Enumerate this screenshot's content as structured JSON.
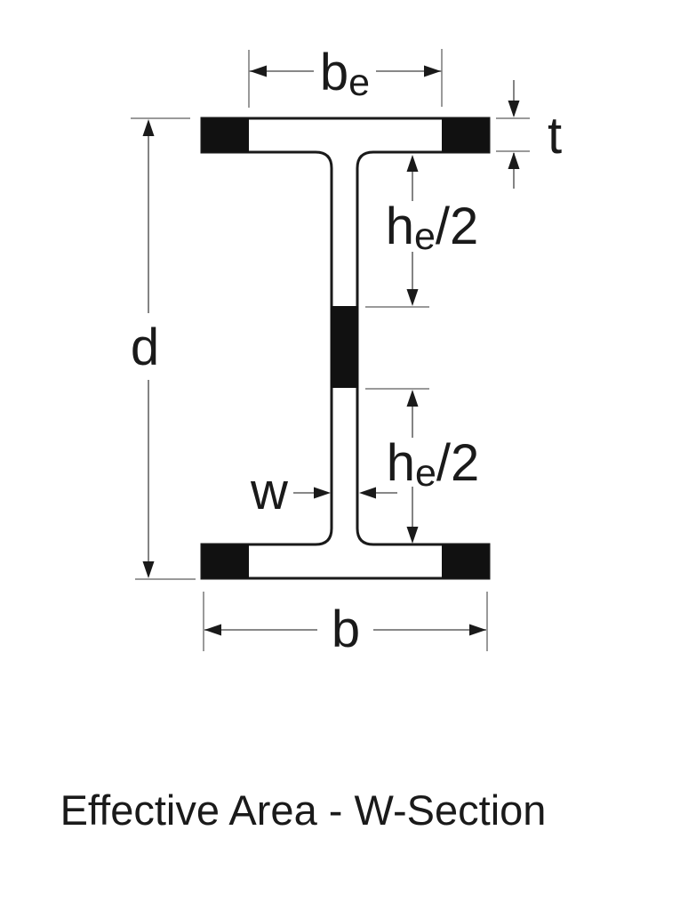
{
  "title": "Effective Area - W-Section",
  "dimensions": {
    "effective_flange_width": {
      "main": "b",
      "sub": "e"
    },
    "flange_thickness": {
      "label": "t"
    },
    "upper_effective_web_depth": {
      "main": "h",
      "sub": "e",
      "rest": "/2"
    },
    "lower_effective_web_depth": {
      "main": "h",
      "sub": "e",
      "rest": "/2"
    },
    "overall_depth": {
      "label": "d"
    },
    "web_thickness": {
      "label": "w"
    },
    "flange_width": {
      "label": "b"
    }
  },
  "colors": {
    "background": "#ffffff",
    "outline": "#1a1a1a",
    "fill_black": "#111111",
    "dim_line": "#777777",
    "tick_line": "#9a9a9a",
    "text": "#1a1a1a"
  }
}
